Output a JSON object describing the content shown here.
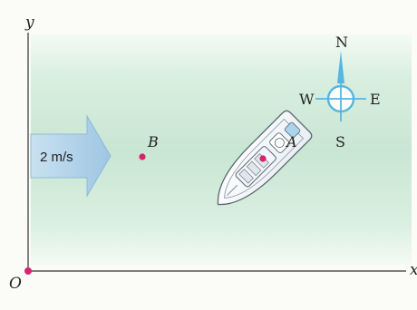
{
  "axes": {
    "y_label": "y",
    "x_label": "x",
    "origin_label": "O"
  },
  "current": {
    "label": "2 m/s"
  },
  "points": {
    "A": {
      "label": "A"
    },
    "B": {
      "label": "B"
    }
  },
  "compass": {
    "north": "N",
    "south": "S",
    "east": "E",
    "west": "W"
  },
  "colors": {
    "water": "#cfe8d7",
    "arrow": "#a9cde6",
    "point": "#d6246e",
    "compass": "#56b6e0",
    "axis": "#333333"
  }
}
